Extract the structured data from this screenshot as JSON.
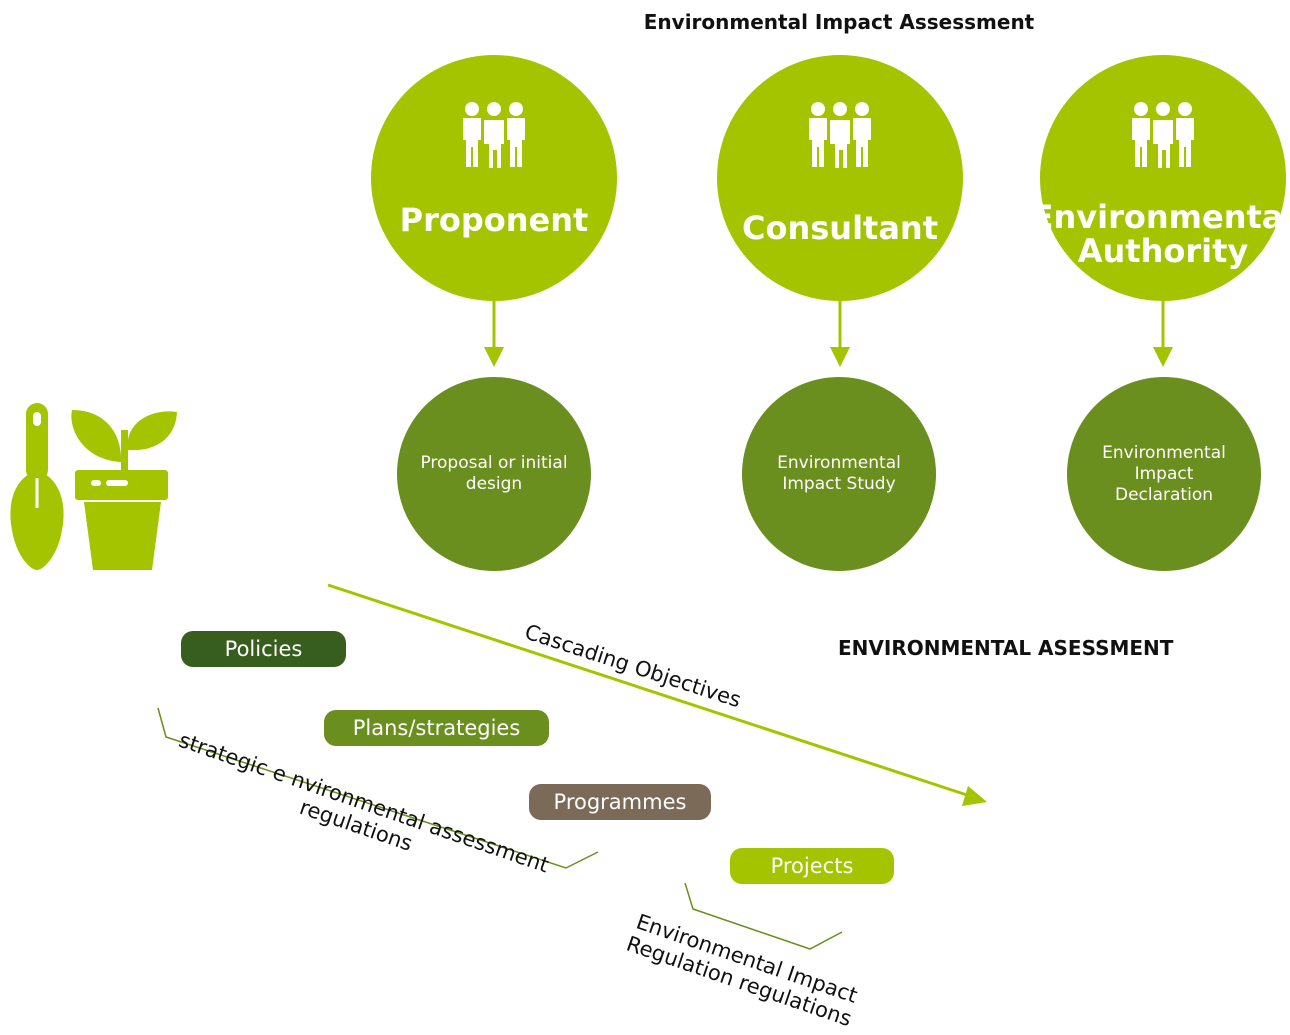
{
  "header": {
    "title": "Environmental Impact Assessment"
  },
  "roles": [
    {
      "name": "Proponent",
      "output": "Proposal or initial design"
    },
    {
      "name": "Consultant",
      "output": "Environmental Impact Study"
    },
    {
      "name": "Environmental Authority",
      "name_line1": "Environmental",
      "name_line2": "Authority",
      "output": "Environmental Impact Declaration"
    }
  ],
  "assessment": {
    "title": "ENVIRONMENTAL ASESSMENT",
    "cascade_label": "Cascading Objectives",
    "levels": [
      {
        "label": "Policies",
        "color": "#375e1e"
      },
      {
        "label": "Plans/strategies",
        "color": "#6a8f1f"
      },
      {
        "label": "Programmes",
        "color": "#7a6a57"
      },
      {
        "label": "Projects",
        "color": "#a4c400"
      }
    ],
    "bracket_labels": {
      "strategic_line1": "strategic e nvironmental assessment",
      "strategic_line2": "regulations",
      "eia_line1": "Environmental Impact",
      "eia_line2": "Regulation  regulations"
    }
  },
  "colors": {
    "accent_light": "#a4c400",
    "accent_mid": "#6a8f1f",
    "accent_dark": "#375e1e",
    "brown": "#7a6a57",
    "arrow": "#a4c400",
    "bracket": "#6a8f1f"
  },
  "icons": {
    "people": "people-group-icon",
    "garden": "trowel-and-potted-plant-icon"
  }
}
